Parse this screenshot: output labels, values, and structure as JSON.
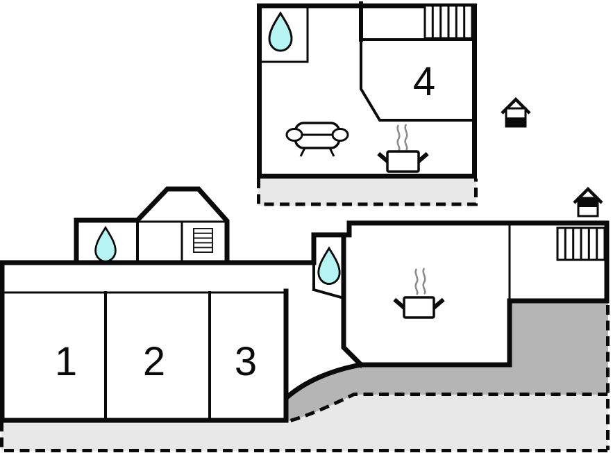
{
  "title": "holiday-home-floor-plan",
  "rooms": {
    "r1": {
      "label": "1"
    },
    "r2": {
      "label": "2"
    },
    "r3": {
      "label": "3"
    },
    "r4": {
      "label": "4"
    }
  },
  "icons": {
    "water_drop": "water-drop",
    "stairs": "stairs",
    "sofa": "sofa",
    "cooking_pot": "cooking-pot",
    "house": "house-entrance-marker",
    "steam": "steam"
  },
  "colors": {
    "wall": "#0a0a0a",
    "water": "#b6f3f3",
    "terrace_dark": "#b5b5b5",
    "terrace_light": "#e8e8e8",
    "steam": "#8c8c8c",
    "background": "#ffffff"
  }
}
